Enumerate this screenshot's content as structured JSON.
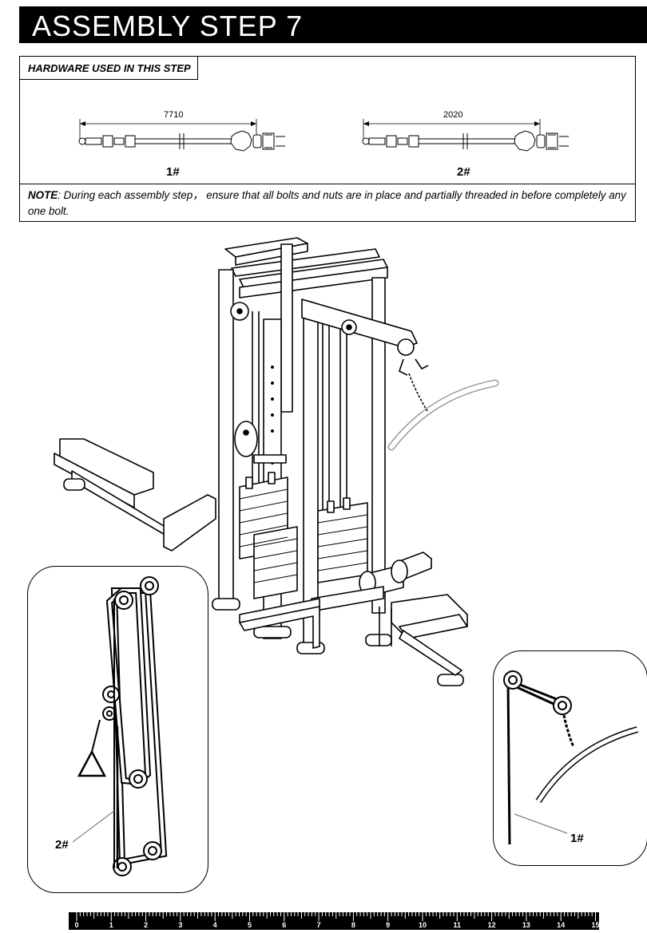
{
  "header": {
    "title": "ASSEMBLY STEP 7"
  },
  "hardware": {
    "label": "HARDWARE USED  IN  THIS  STEP",
    "cables": [
      {
        "length": "7710",
        "number": "1#"
      },
      {
        "length": "2020",
        "number": "2#"
      }
    ]
  },
  "note": {
    "prefix": "NOTE",
    "text": ": During each assembly step， ensure that all bolts and nuts are in place and partially threaded in before completely any one bolt."
  },
  "insets": {
    "left": {
      "label": "2#"
    },
    "right": {
      "label": "1#"
    }
  },
  "ruler": {
    "labels": [
      "0",
      "1",
      "2",
      "3",
      "4",
      "5",
      "6",
      "7",
      "8",
      "9",
      "10",
      "11",
      "12",
      "13",
      "14",
      "15"
    ]
  }
}
